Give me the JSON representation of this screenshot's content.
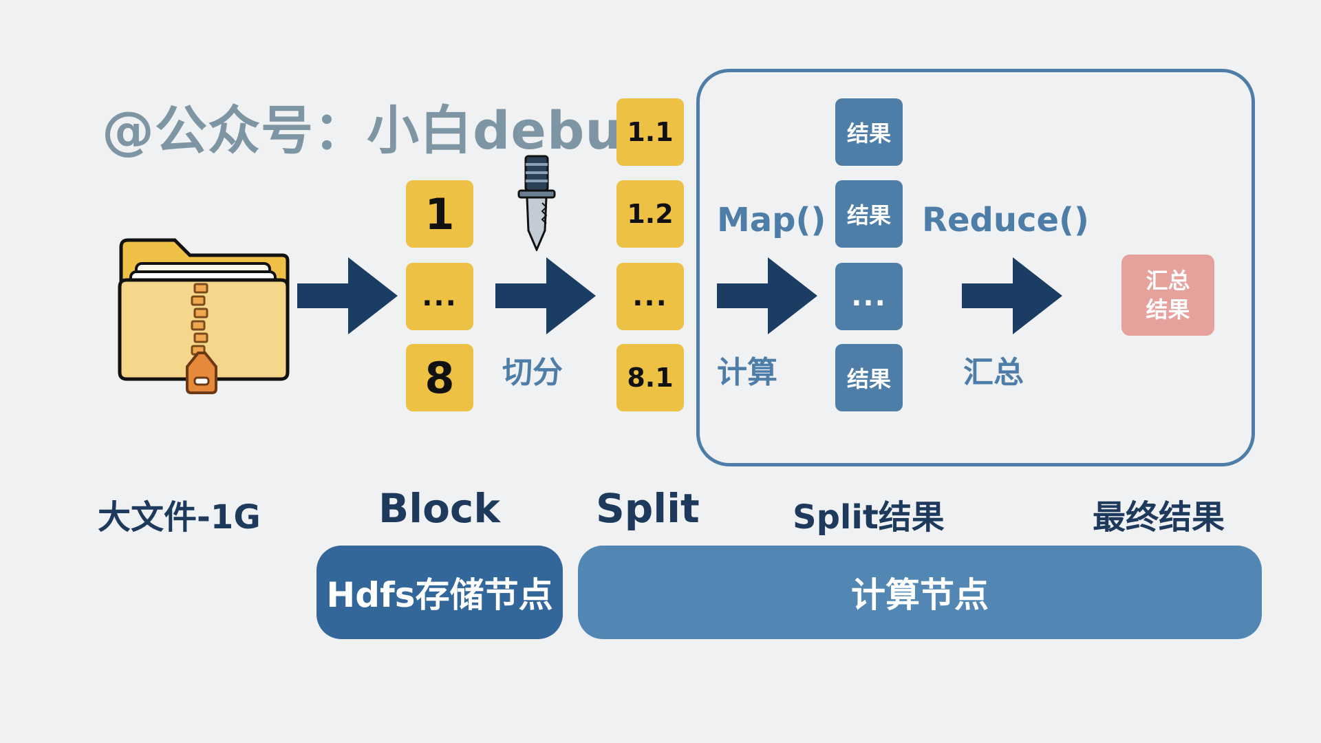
{
  "watermark": "@公众号：小白debug",
  "blocks": [
    "1",
    "...",
    "8"
  ],
  "splits": [
    "1.1",
    "1.2",
    "...",
    "8.1"
  ],
  "split_results": [
    "结果",
    "结果",
    "...",
    "结果"
  ],
  "final_box": [
    "汇总",
    "结果"
  ],
  "labels": {
    "cut": "切分",
    "map_func": "Map()",
    "compute": "计算",
    "reduce_func": "Reduce()",
    "aggregate": "汇总"
  },
  "captions": {
    "file": "大文件-1G",
    "block": "Block",
    "split": "Split",
    "split_result": "Split结果",
    "final": "最终结果"
  },
  "nodes": {
    "hdfs": "Hdfs存储节点",
    "compute": "计算节点"
  },
  "colors": {
    "background": "#eff1f3",
    "block_yellow": "#ecc144",
    "result_blue": "#4e7ea8",
    "final_pink": "#e6a19c",
    "arrow_navy": "#1b3d63",
    "hdfs_pill": "#336699",
    "compute_pill": "#5287b3"
  },
  "icons": {
    "file": "zip-folder-icon",
    "cut": "knife-icon"
  }
}
